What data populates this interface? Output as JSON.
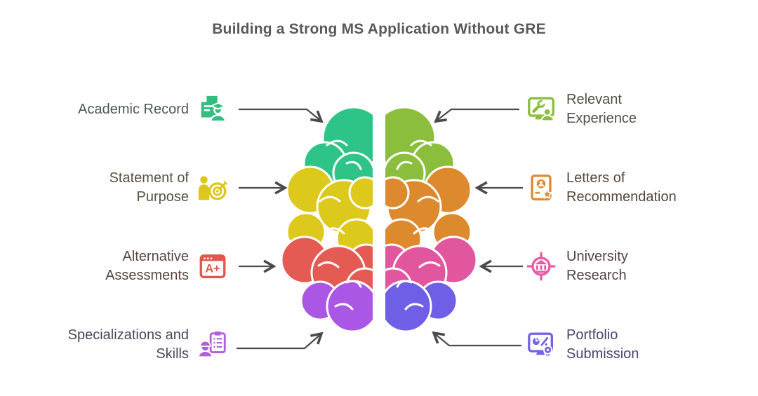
{
  "title": {
    "text": "Building a Strong MS Application Without GRE",
    "color": "#58595b"
  },
  "arrows": {
    "color": "#4a4a4a"
  },
  "brain": {
    "left_colors": [
      "#2fc487",
      "#ddc81c",
      "#e35b53",
      "#aa57e6"
    ],
    "right_colors": [
      "#8abe3c",
      "#dd8a2e",
      "#e1569f",
      "#6e5fe6"
    ]
  },
  "left_items": [
    {
      "label": "Academic Record",
      "icon": "academic-record-icon",
      "color": "#35bd81",
      "label_color": "#4c5a52"
    },
    {
      "label": "Statement of Purpose",
      "icon": "statement-of-purpose-icon",
      "color": "#ddc71d",
      "label_color": "#575243"
    },
    {
      "label": "Alternative Assessments",
      "icon": "alternative-assessments-icon",
      "color": "#e2574c",
      "label_color": "#5a4540"
    },
    {
      "label": "Specializations and Skills",
      "icon": "specializations-skills-icon",
      "color": "#b35fd9",
      "label_color": "#52445c"
    }
  ],
  "right_items": [
    {
      "label": "Relevant Experience",
      "icon": "relevant-experience-icon",
      "color": "#8bbd3e",
      "label_color": "#4d5243"
    },
    {
      "label": "Letters of Recommendation",
      "icon": "letters-of-recommendation-icon",
      "color": "#dd8b2d",
      "label_color": "#57493c"
    },
    {
      "label": "University Research",
      "icon": "university-research-icon",
      "color": "#e75ba5",
      "label_color": "#553f4c"
    },
    {
      "label": "Portfolio Submission",
      "icon": "portfolio-submission-icon",
      "color": "#7466e8",
      "label_color": "#45466a"
    }
  ]
}
